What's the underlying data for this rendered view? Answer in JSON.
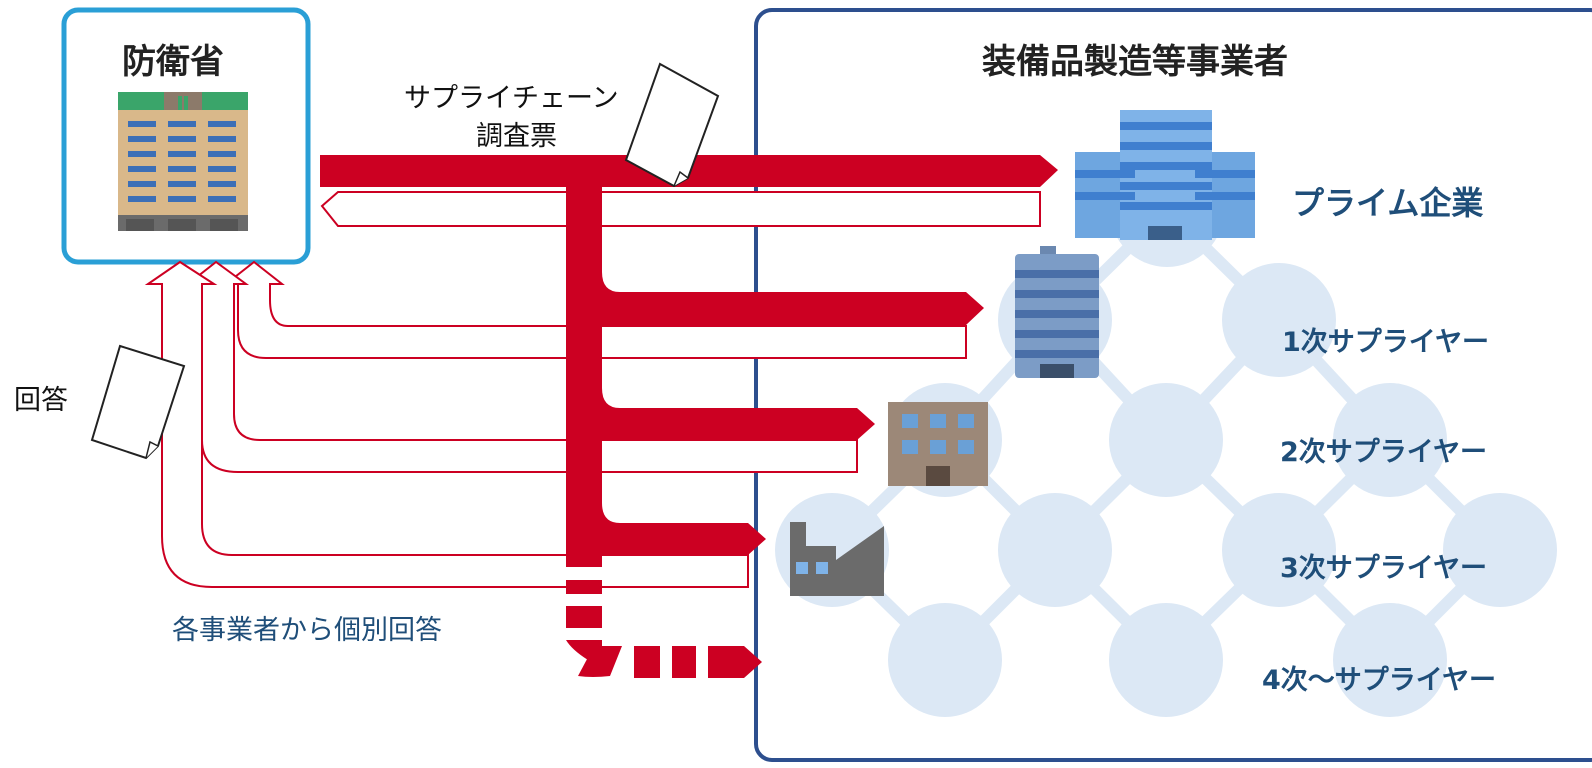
{
  "ministry": {
    "title": "防衛省"
  },
  "contractors": {
    "title": "装備品製造等事業者"
  },
  "survey": {
    "line1": "サプライチェーン",
    "line2": "調査票"
  },
  "answer": {
    "label": "回答"
  },
  "individual_answer": {
    "label": "各事業者から個別回答"
  },
  "tiers": {
    "prime": "プライム企業",
    "tier1": "1次サプライヤー",
    "tier2": "2次サプライヤー",
    "tier3": "3次サプライヤー",
    "tier4": "4次～サプライヤー"
  },
  "colors": {
    "arrow_red": "#cc0022",
    "ministry_border": "#2a9fd6",
    "contractor_border": "#2d4f8e",
    "node_fill": "#dce8f5",
    "text_blue": "#1f4e79"
  }
}
